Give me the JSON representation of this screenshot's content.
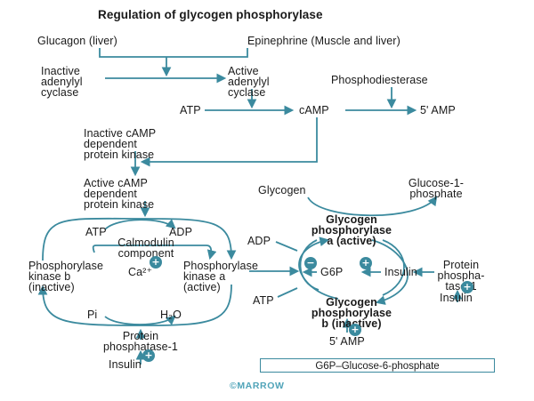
{
  "title": "Regulation of glycogen phosphorylase",
  "nodes": {
    "glucagon": "Glucagon (liver)",
    "epinephrine": "Epinephrine (Muscle and liver)",
    "inactive_adenylyl_cyclase": "Inactive\nadenylyl\ncyclase",
    "active_adenylyl_cyclase": "Active\nadenylyl\ncyclase",
    "phosphodiesterase": "Phosphodiesterase",
    "atp": "ATP",
    "camp": "cAMP",
    "five_amp": "5' AMP",
    "inactive_pka": "Inactive cAMP\ndependent\nprotein kinase",
    "active_pka": "Active cAMP\ndependent\nprotein kinase",
    "atp_left": "ATP",
    "adp_left": "ADP",
    "calmodulin": "Calmodulin\ncomponent",
    "ca": "Ca²⁺",
    "phk_b": "Phosphorylase\nkinase b\n(inactive)",
    "phk_a": "Phosphorylase\nkinase a\n(active)",
    "pi": "Pi",
    "h2o": "H₂O",
    "protein_phosphatase_left": "Protein\nphosphatase-1",
    "insulin_left": "Insulin",
    "glycogen": "Glycogen",
    "g1p": "Glucose-1-\nphosphate",
    "gp_a": "Glycogen\nphosphorylase\na (active)",
    "adp_right": "ADP",
    "g6p": "G6P",
    "insulin_mid": "Insulin",
    "atp_right": "ATP",
    "gp_b": "Glycogen\nphosphorylase\nb (inactive)",
    "five_amp_right": "5' AMP",
    "protein_phosphatase_right": "Protein\nphospha-\ntase-1",
    "insulin_right": "Insulin"
  },
  "signs": {
    "plus": "+",
    "minus": "−"
  },
  "legend": "G6P–Glucose-6-phosphate",
  "watermark": "©MARROW",
  "colors": {
    "arrow": "#3b8a9e",
    "text": "#1a1a1a",
    "badge": "#3b8a9e"
  }
}
